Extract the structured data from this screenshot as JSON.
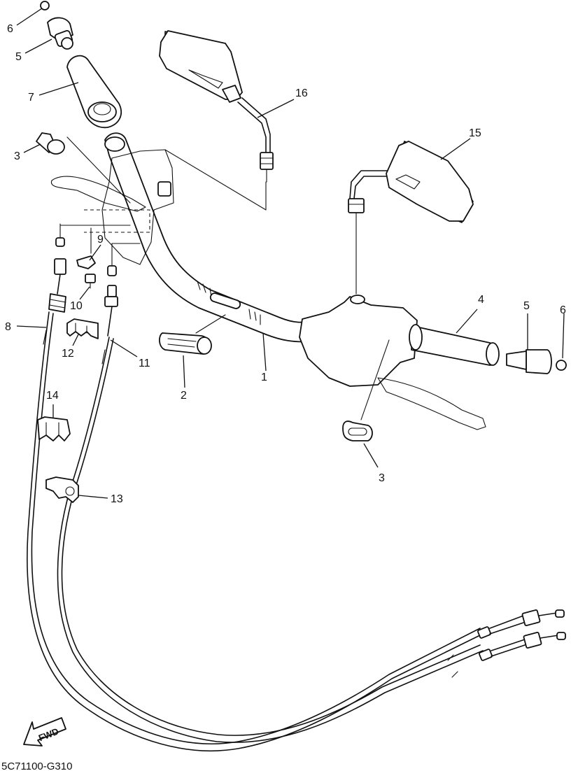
{
  "diagram_code": "5C71100-G310",
  "direction_label": "FWD",
  "callouts": {
    "c1": "1",
    "c2": "2",
    "c3a": "3",
    "c3b": "3",
    "c4": "4",
    "c5a": "5",
    "c5b": "5",
    "c6a": "6",
    "c6b": "6",
    "c7": "7",
    "c8": "8",
    "c9": "9",
    "c10": "10",
    "c11": "11",
    "c12": "12",
    "c13": "13",
    "c14": "14",
    "c15": "15",
    "c16": "16"
  }
}
